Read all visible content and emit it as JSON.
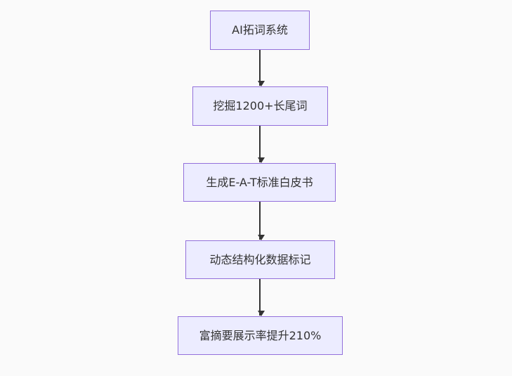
{
  "flowchart": {
    "direction": "top-down",
    "nodes": [
      {
        "id": "n1",
        "label": "AI拓词系统"
      },
      {
        "id": "n2",
        "label": "挖掘1200+长尾词"
      },
      {
        "id": "n3",
        "label": "生成E-A-T标准白皮书"
      },
      {
        "id": "n4",
        "label": "动态结构化数据标记"
      },
      {
        "id": "n5",
        "label": "富摘要展示率提升210%"
      }
    ],
    "edges": [
      {
        "from": "n1",
        "to": "n2",
        "style": "arrow-down"
      },
      {
        "from": "n2",
        "to": "n3",
        "style": "arrow-down"
      },
      {
        "from": "n3",
        "to": "n4",
        "style": "arrow-down"
      },
      {
        "from": "n4",
        "to": "n5",
        "style": "arrow-down"
      }
    ],
    "colors": {
      "background": "#fafafa",
      "node_fill": "#ececff",
      "node_border": "#9370db",
      "node_text": "#333333",
      "arrow": "#333333"
    }
  }
}
